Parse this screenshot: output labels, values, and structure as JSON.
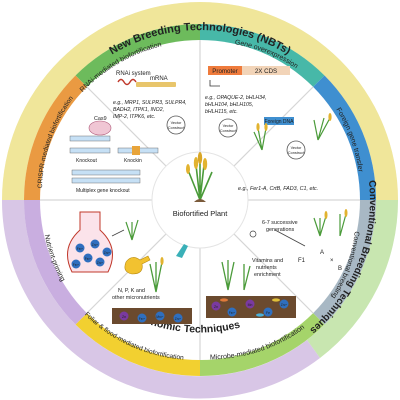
{
  "diagram": {
    "outer_ring": {
      "top": "New Breeding Technologies (NBTs)",
      "right": "Conventional Breeding Techniques",
      "bottom": "Agronomic Techniques"
    },
    "center_label": "Biofortified Plant",
    "sectors": {
      "rnai": {
        "title": "RNAi-mediated biofortification",
        "system_label": "RNAi system",
        "mrna_label": "mRNA",
        "genes_1": "e.g., MRP1, SULPR3, SULPR4,",
        "genes_2": "BADH2, ITPK1, INO2,",
        "genes_3": "IMP-2, ITPK6, etc.",
        "vector_1": "Vector",
        "vector_2": "Construct"
      },
      "overexpression": {
        "title": "Gene overexpression",
        "promoter": "Promoter",
        "cds": "2X CDS",
        "genes_1": "e.g., OPAQUE-2, bHLH34,",
        "genes_2": "bHLH104, bHLH105,",
        "genes_3": "bHLH115, etc.",
        "vector_1": "Vector",
        "vector_2": "Construct"
      },
      "transfer": {
        "title": "Foreign gene transfer",
        "foreign_dna": "Foreign DNA",
        "vector_1": "Vector",
        "vector_2": "Construct",
        "genes": "e.g., Fer1-A, CrtB, FAD3, C1, etc."
      },
      "conventional": {
        "title": "Conventional breeding",
        "generations_1": "6-7 successive",
        "generations_2": "generations",
        "f1": "F1",
        "a": "A",
        "b": "B",
        "cross": "×"
      },
      "crispr": {
        "title": "CRISPR-mediated biofortification",
        "cas9": "Cas9",
        "knockout": "Knockout",
        "knockin": "Knockin",
        "multiplex": "Multiplex gene knockout"
      },
      "priming": {
        "title": "Nutrient-priming",
        "ions": [
          "Fe²⁺",
          "Zn²⁺",
          "Fe²⁺",
          "Zn²⁺",
          "Fe²⁺",
          "Zn²⁺"
        ]
      },
      "foliar": {
        "title": "Foliar & flood-mediated biofortification",
        "npk_1": "N, P, K and",
        "npk_2": "other micronutrients",
        "ions": [
          "Zn",
          "Fe²⁺",
          "Mn²⁺",
          "Zn²⁺"
        ]
      },
      "microbe": {
        "title": "Microbe-mediated biofortification",
        "vit_1": "Vitamins and",
        "vit_2": "nutrients",
        "vit_3": "enrichment",
        "ions": [
          "Zn",
          "Fe²⁺",
          "Mn",
          "Fe",
          "Zn²⁺"
        ]
      }
    },
    "colors": {
      "top_band": "#f0e69a",
      "right_band": "#c8e6b0",
      "bottom_band": "#d8c6e6",
      "rnai": "#6dbb5c",
      "overexpression": "#47b8a8",
      "transfer": "#3f8fd0",
      "conventional": "#a8b8c4",
      "microbe": "#a5d46a",
      "foliar": "#f2d030",
      "priming": "#c9aee0",
      "crispr": "#ea9a42"
    }
  }
}
